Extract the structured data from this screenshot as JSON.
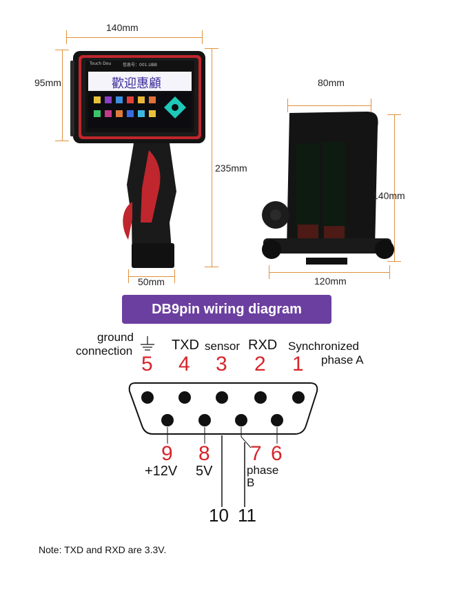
{
  "dimensions": {
    "front_width": "140mm",
    "front_height": "95mm",
    "total_height": "235mm",
    "handle_width": "50mm",
    "side_depth": "80mm",
    "side_height": "140mm",
    "side_width": "120mm"
  },
  "device_screen": {
    "brand": "Touch Dou",
    "header_mid": "信息号：001.UBB",
    "welcome_text": "歡迎惠顧"
  },
  "title": "DB9pin wiring diagram",
  "pins_top": [
    {
      "number": "5",
      "label_line1": "ground",
      "label_line2": "connection"
    },
    {
      "number": "4",
      "label": "TXD"
    },
    {
      "number": "3",
      "label": "sensor"
    },
    {
      "number": "2",
      "label": "RXD"
    },
    {
      "number": "1",
      "label_line1": "Synchronized",
      "label_line2": "phase A"
    }
  ],
  "pins_bottom": [
    {
      "number": "9",
      "label": "+12V"
    },
    {
      "number": "8",
      "label": "5V"
    },
    {
      "number": "7",
      "label_line1": "phase",
      "label_line2": "B"
    },
    {
      "number": "6"
    }
  ],
  "extra_wires": [
    "10",
    "11"
  ],
  "note": "Note: TXD and RXD are 3.3V.",
  "colors": {
    "dimension_line": "#e0903a",
    "title_bg": "#6b3fa0",
    "pin_number": "#d6262b",
    "device_red": "#c0262d"
  }
}
